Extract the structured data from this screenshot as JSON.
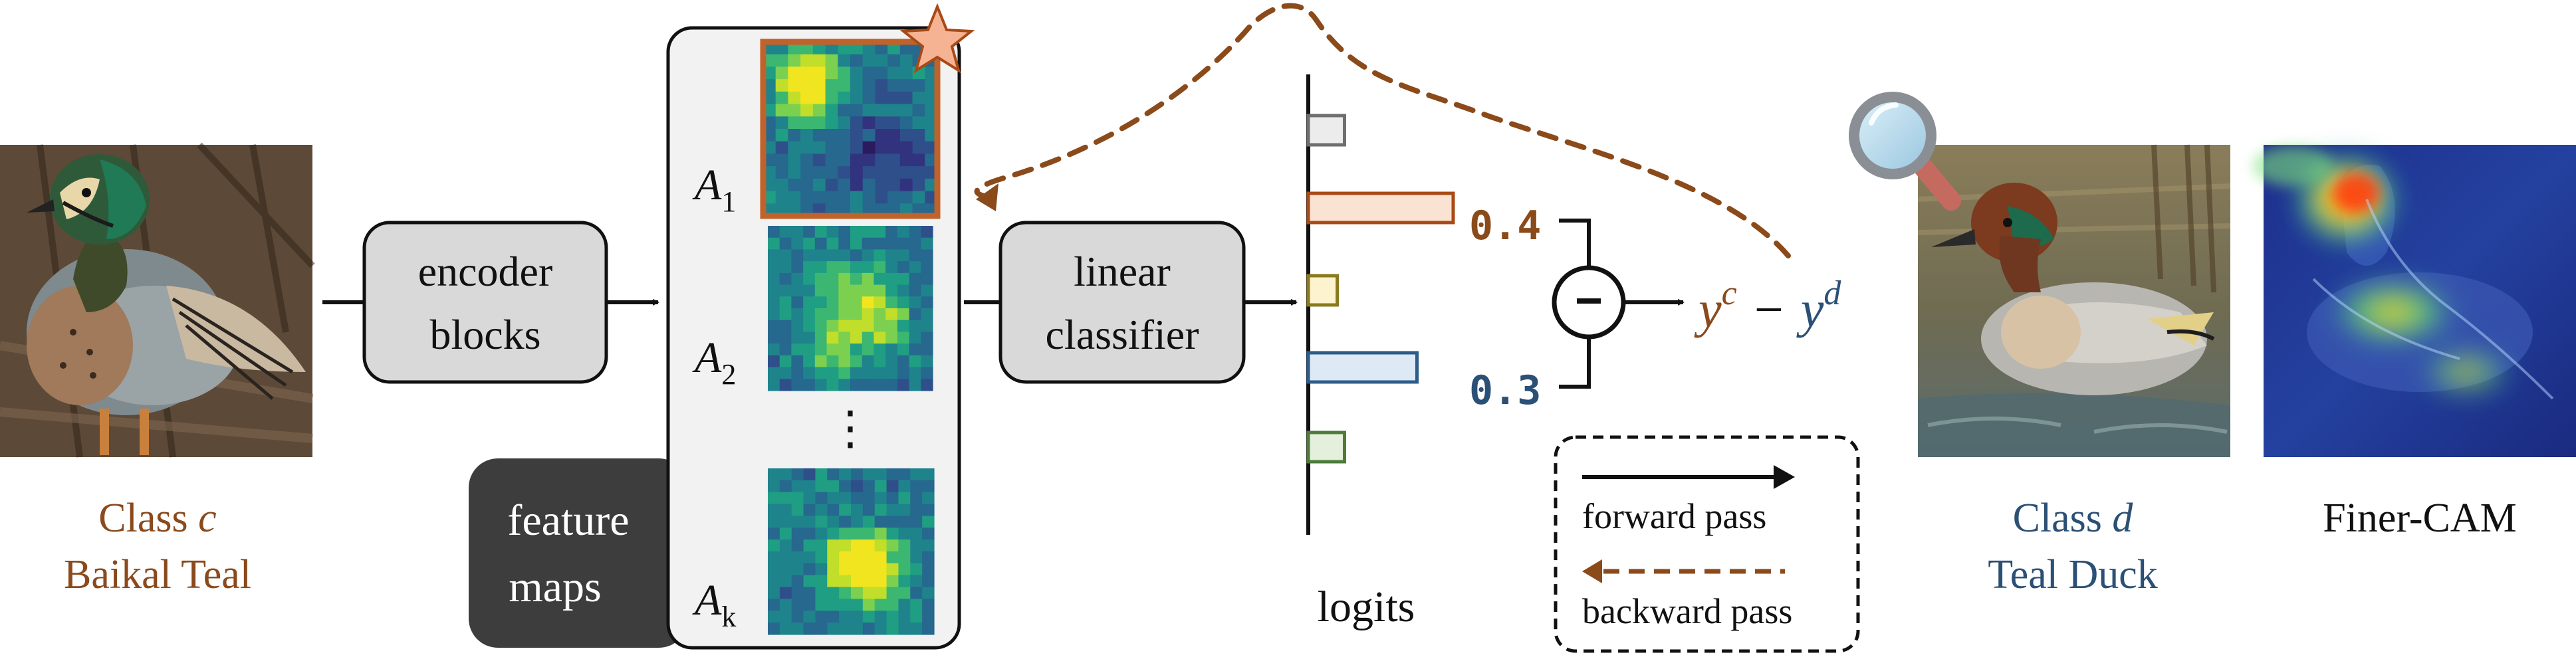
{
  "input_class": {
    "line1_prefix": "Class ",
    "symbol": "c",
    "line2": "Baikal Teal",
    "color": "#8a4a1c"
  },
  "encoder": {
    "line1": "encoder",
    "line2": "blocks"
  },
  "feature_maps": {
    "label_line1": "feature",
    "label_line2": "maps",
    "map_labels": [
      {
        "base": "A",
        "sub": "1"
      },
      {
        "base": "A",
        "sub": "2"
      },
      {
        "base": "A",
        "sub": "k"
      }
    ],
    "ellipsis": "⋮"
  },
  "classifier": {
    "line1": "linear",
    "line2": "classifier"
  },
  "logits": {
    "label": "logits",
    "value_c": "0.4",
    "value_d": "0.3",
    "bars": [
      {
        "value": 0.1,
        "fill": "#ececec",
        "stroke": "#6e6e6e"
      },
      {
        "value": 0.4,
        "fill": "#fbe3d4",
        "stroke": "#a84a17"
      },
      {
        "value": 0.08,
        "fill": "#fdf3cf",
        "stroke": "#8a7a1e"
      },
      {
        "value": 0.3,
        "fill": "#dde9f5",
        "stroke": "#2b5c8a"
      },
      {
        "value": 0.1,
        "fill": "#e4efdc",
        "stroke": "#4e7a3a"
      }
    ]
  },
  "operator": {
    "symbol": "−"
  },
  "formula": {
    "yc_base": "y",
    "yc_sup": "c",
    "minus": "−",
    "yd_base": "y",
    "yd_sup": "d"
  },
  "legend": {
    "forward": "forward pass",
    "backward": "backward pass"
  },
  "compare_class": {
    "line1_prefix": "Class ",
    "symbol": "d",
    "line2": "Teal Duck",
    "color": "#2b5075"
  },
  "output": {
    "label": "Finer-CAM"
  },
  "colors": {
    "c": "#8a4a1c",
    "d": "#2b5075",
    "backward": "#8b4a1a",
    "highlight": "#c0622b",
    "star": "#f6b393"
  }
}
